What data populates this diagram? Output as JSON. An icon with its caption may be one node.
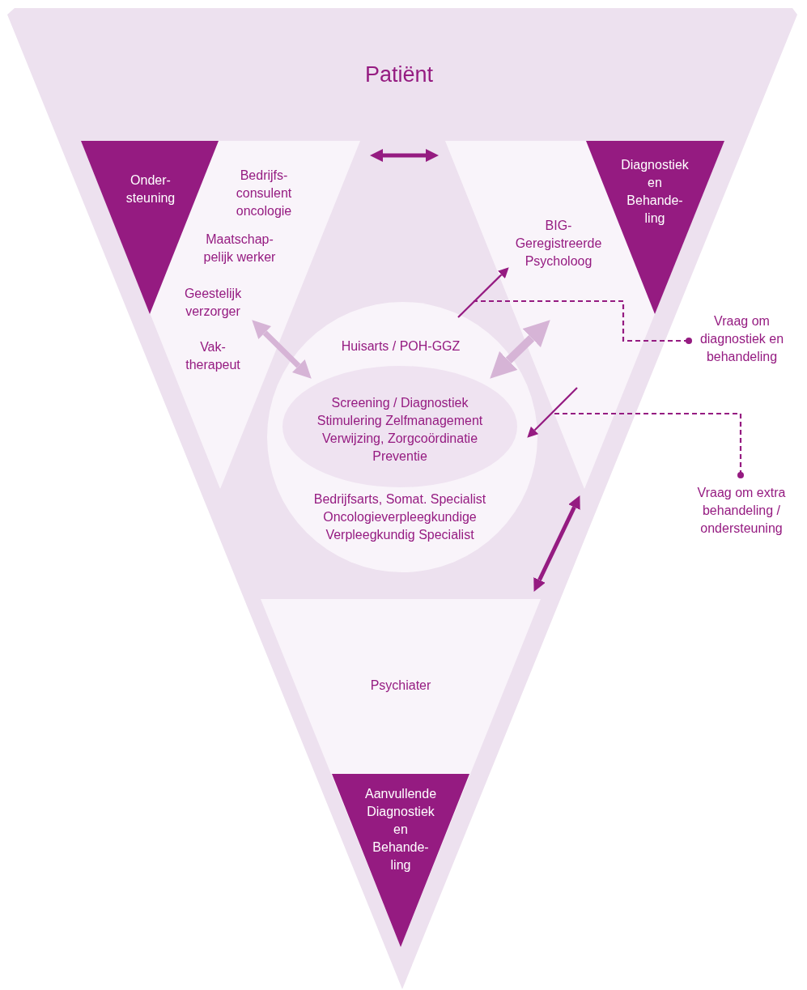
{
  "diagram": {
    "nodes": [
      {
        "text": [
          "Patiënt"
        ]
      },
      {
        "text": [
          "Bedrijfs- consulent oncologie",
          "Maatschap- pelijk werker",
          "Geestelijk verzorger",
          "Vak- therapeut"
        ],
        "in": 0
      },
      {
        "text": [
          "Onder- steuning"
        ],
        "in": 1
      },
      {
        "text": [
          "BIG- Geregistreerde Psycholoog"
        ],
        "in": 0
      },
      {
        "text": [
          "Diagnostiek en Behande- ling"
        ],
        "in": 3
      },
      {
        "text": [
          "Huisarts / POH-GGZ",
          "Bedrijfsarts, Somat. Specialist Oncologieverpleegkundige Verpleegkundig Specialist"
        ],
        "in": 0
      },
      {
        "text": [
          "Screening / Diagnostiek Stimulering Zelfmanagement Verwijzing, Zorgcoördinatie Preventie"
        ],
        "in": 5
      },
      {
        "text": [
          "Psychiater"
        ],
        "in": 0
      },
      {
        "text": [
          "Aanvullende Diagnostiek en Behande- ling"
        ],
        "in": 7
      },
      {
        "text": [
          "Vraag om diagnostiek en behandeling"
        ]
      },
      {
        "text": [
          "Vraag om extra behandeling / ondersteuning"
        ]
      }
    ],
    "edges": [
      {
        "from": 1,
        "to": 3,
        "arrow": "both",
        "style": "thick"
      },
      {
        "from": 1,
        "to": 5,
        "arrow": "both",
        "style": "thick",
        "color": "#d6b4d6"
      },
      {
        "from": 5,
        "to": 3,
        "arrow": "both",
        "style": "thick",
        "color": "#d6b4d6"
      },
      {
        "from": 5,
        "to": 3,
        "arrow": "to"
      },
      {
        "from": null,
        "to": 5,
        "arrow": "to"
      },
      {
        "from": 3,
        "to": 7,
        "arrow": "both",
        "style": "thick"
      },
      {
        "from": 9,
        "to": null,
        "arrow": "other",
        "style": "dashed"
      },
      {
        "from": 10,
        "to": 3,
        "arrow": "other",
        "style": "dashed"
      }
    ]
  }
}
